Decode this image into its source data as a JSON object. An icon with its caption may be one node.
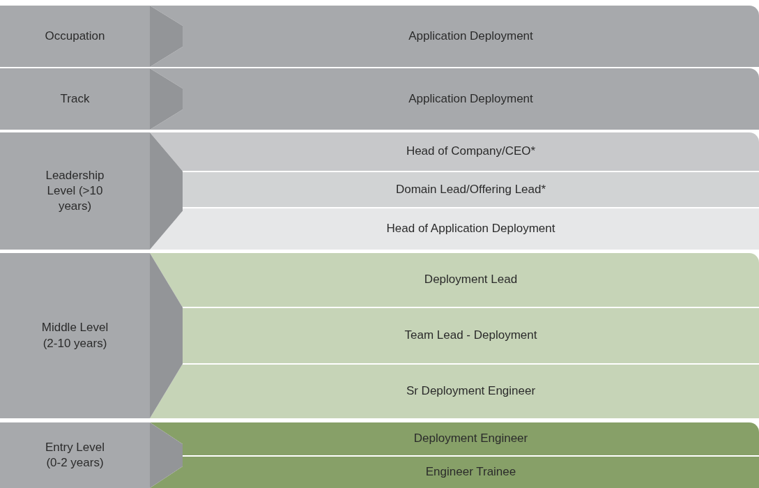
{
  "diagram": {
    "nodes": [
      {
        "text": [
          "Occupation"
        ]
      },
      {
        "text": [
          "Application Deployment"
        ]
      },
      {
        "text": [
          "Track"
        ]
      },
      {
        "text": [
          "Application Deployment"
        ]
      },
      {
        "text": [
          "Leadership Level (>10 years)"
        ]
      },
      {
        "text": [
          "Head of Company/CEO*"
        ]
      },
      {
        "text": [
          "Domain Lead/Offering Lead*"
        ]
      },
      {
        "text": [
          "Head of Application Deployment"
        ]
      },
      {
        "text": [
          "Middle Level (2-10 years)"
        ]
      },
      {
        "text": [
          "Deployment Lead"
        ]
      },
      {
        "text": [
          "Team Lead - Deployment"
        ]
      },
      {
        "text": [
          "Sr Deployment Engineer"
        ]
      },
      {
        "text": [
          "Entry Level (0-2 years)"
        ]
      },
      {
        "text": [
          "Deployment Engineer"
        ]
      },
      {
        "text": [
          "Engineer Trainee"
        ]
      }
    ],
    "edges": []
  }
}
